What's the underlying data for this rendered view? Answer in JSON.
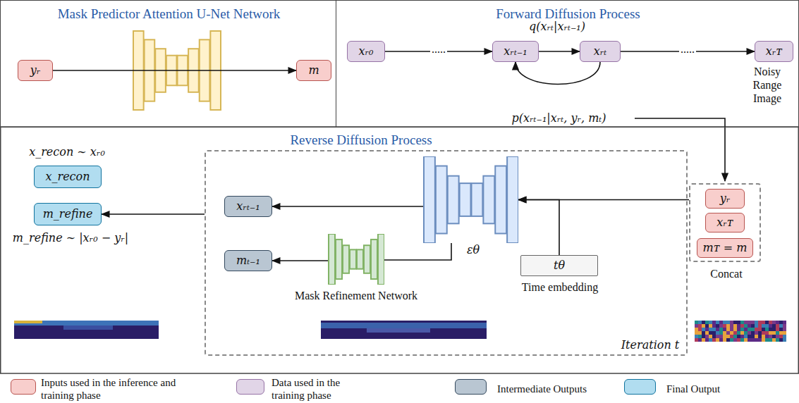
{
  "diagram": {
    "nodes": [
      {
        "text": [
          "Mask Predictor Attention U-Net Network"
        ]
      },
      {
        "text": [
          "yᵣ"
        ],
        "in": 0
      },
      {
        "text": [
          "m"
        ],
        "in": 0
      },
      {
        "text": [
          "Forward Diffusion Process"
        ]
      },
      {
        "text": [
          "xᵣ₀"
        ],
        "in": 3
      },
      {
        "text": [
          "xᵣₜ₋₁"
        ],
        "in": 3
      },
      {
        "text": [
          "xᵣₜ"
        ],
        "in": 3
      },
      {
        "text": [
          "xᵣᴛ"
        ],
        "in": 3
      },
      {
        "text": [
          "Reverse Diffusion Process",
          "Iteration t"
        ]
      },
      {
        "text": [
          "xᵣₜ₋₁"
        ],
        "in": 8
      },
      {
        "text": [
          "mₜ₋₁"
        ],
        "in": 8
      },
      {
        "text": [
          "εθ"
        ],
        "in": 8
      },
      {
        "text": [
          "Mask Refinement Network"
        ],
        "in": 8
      },
      {
        "text": [
          "tθ",
          "Time embedding"
        ],
        "in": 8
      },
      {
        "text": [
          "Concat"
        ]
      },
      {
        "text": [
          "yᵣ"
        ],
        "in": 14
      },
      {
        "text": [
          "xᵣᴛ"
        ],
        "in": 14
      },
      {
        "text": [
          "mᴛ = m"
        ],
        "in": 14
      },
      {
        "text": [
          "x_recon"
        ]
      },
      {
        "text": [
          "m_refine"
        ]
      }
    ],
    "edges": [
      {
        "from": 1,
        "to": 2,
        "arrow": "to"
      },
      {
        "from": 4,
        "to": 5,
        "label": ".....",
        "arrow": "to"
      },
      {
        "from": 5,
        "to": 6,
        "arrow": "to"
      },
      {
        "from": 6,
        "to": 5,
        "arrow": "to"
      },
      {
        "from": 6,
        "to": 7,
        "label": ".....",
        "arrow": "to"
      },
      {
        "from": 14,
        "to": 11,
        "arrow": "to"
      },
      {
        "from": 13,
        "to": 11,
        "arrow": "to"
      },
      {
        "from": 11,
        "to": 9,
        "arrow": "to"
      },
      {
        "from": 11,
        "to": 12,
        "arrow": "none"
      },
      {
        "from": 12,
        "to": 10,
        "arrow": "to"
      },
      {
        "from": 8,
        "to": 19,
        "arrow": "to"
      }
    ],
    "labels": [
      "q(xᵣₜ|xᵣₜ₋₁)",
      "p(xᵣₜ₋₁|xᵣₜ, yᵣ, mₜ)",
      "Noisy Range Image",
      "x_recon ∼ xᵣ₀",
      "m_refine ∼ |xᵣ₀ − yᵣ|"
    ],
    "legend": [
      {
        "text": "Inputs used in the inference and training phase",
        "color": "#f8cecc"
      },
      {
        "text": "Data used in the training phase",
        "color": "#e1d5e7"
      },
      {
        "text": "Intermediate Outputs",
        "color": "#b9c6d2"
      },
      {
        "text": "Final Output",
        "color": "#b1ddf0"
      }
    ]
  }
}
